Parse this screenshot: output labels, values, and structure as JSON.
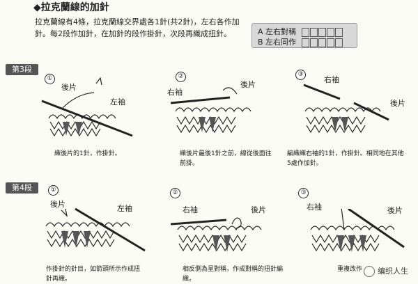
{
  "title": "◆拉克蘭線的加針",
  "description": "拉克蘭線有4條，拉克蘭線交界處各1針(共2針)，左右各作加針。每2段作加針，在加針的段作掛針，次段再織成扭針。",
  "legend": {
    "row_a": "A 左右對稱",
    "row_b": "B 左右同作"
  },
  "rows": [
    {
      "tag": "第3段",
      "steps": [
        {
          "num": "①",
          "labels": [
            "後片",
            "左袖"
          ],
          "caption": "織後片的1針，作掛針。"
        },
        {
          "num": "②",
          "labels": [
            "右袖",
            "後片"
          ],
          "caption": "織後片最後1針之前，線從後面往前掛。"
        },
        {
          "num": "③",
          "labels": [
            "右袖",
            "後片"
          ],
          "caption": "編織織右袖的1針，作掛針。相同地在其他5處作加針。"
        }
      ]
    },
    {
      "tag": "第4段",
      "steps": [
        {
          "num": "①",
          "labels": [
            "後片",
            "左袖"
          ],
          "caption": "作掛針的針目，如箭頭所示作成扭針再織。"
        },
        {
          "num": "②",
          "labels": [
            "右袖",
            "後片"
          ],
          "caption": "相反側為呈對稱，作成對稱的扭針編織。"
        },
        {
          "num": "③",
          "labels": [
            "右袖",
            "後片"
          ],
          "caption": "重複改作"
        }
      ]
    }
  ],
  "watermark": "编织人生"
}
